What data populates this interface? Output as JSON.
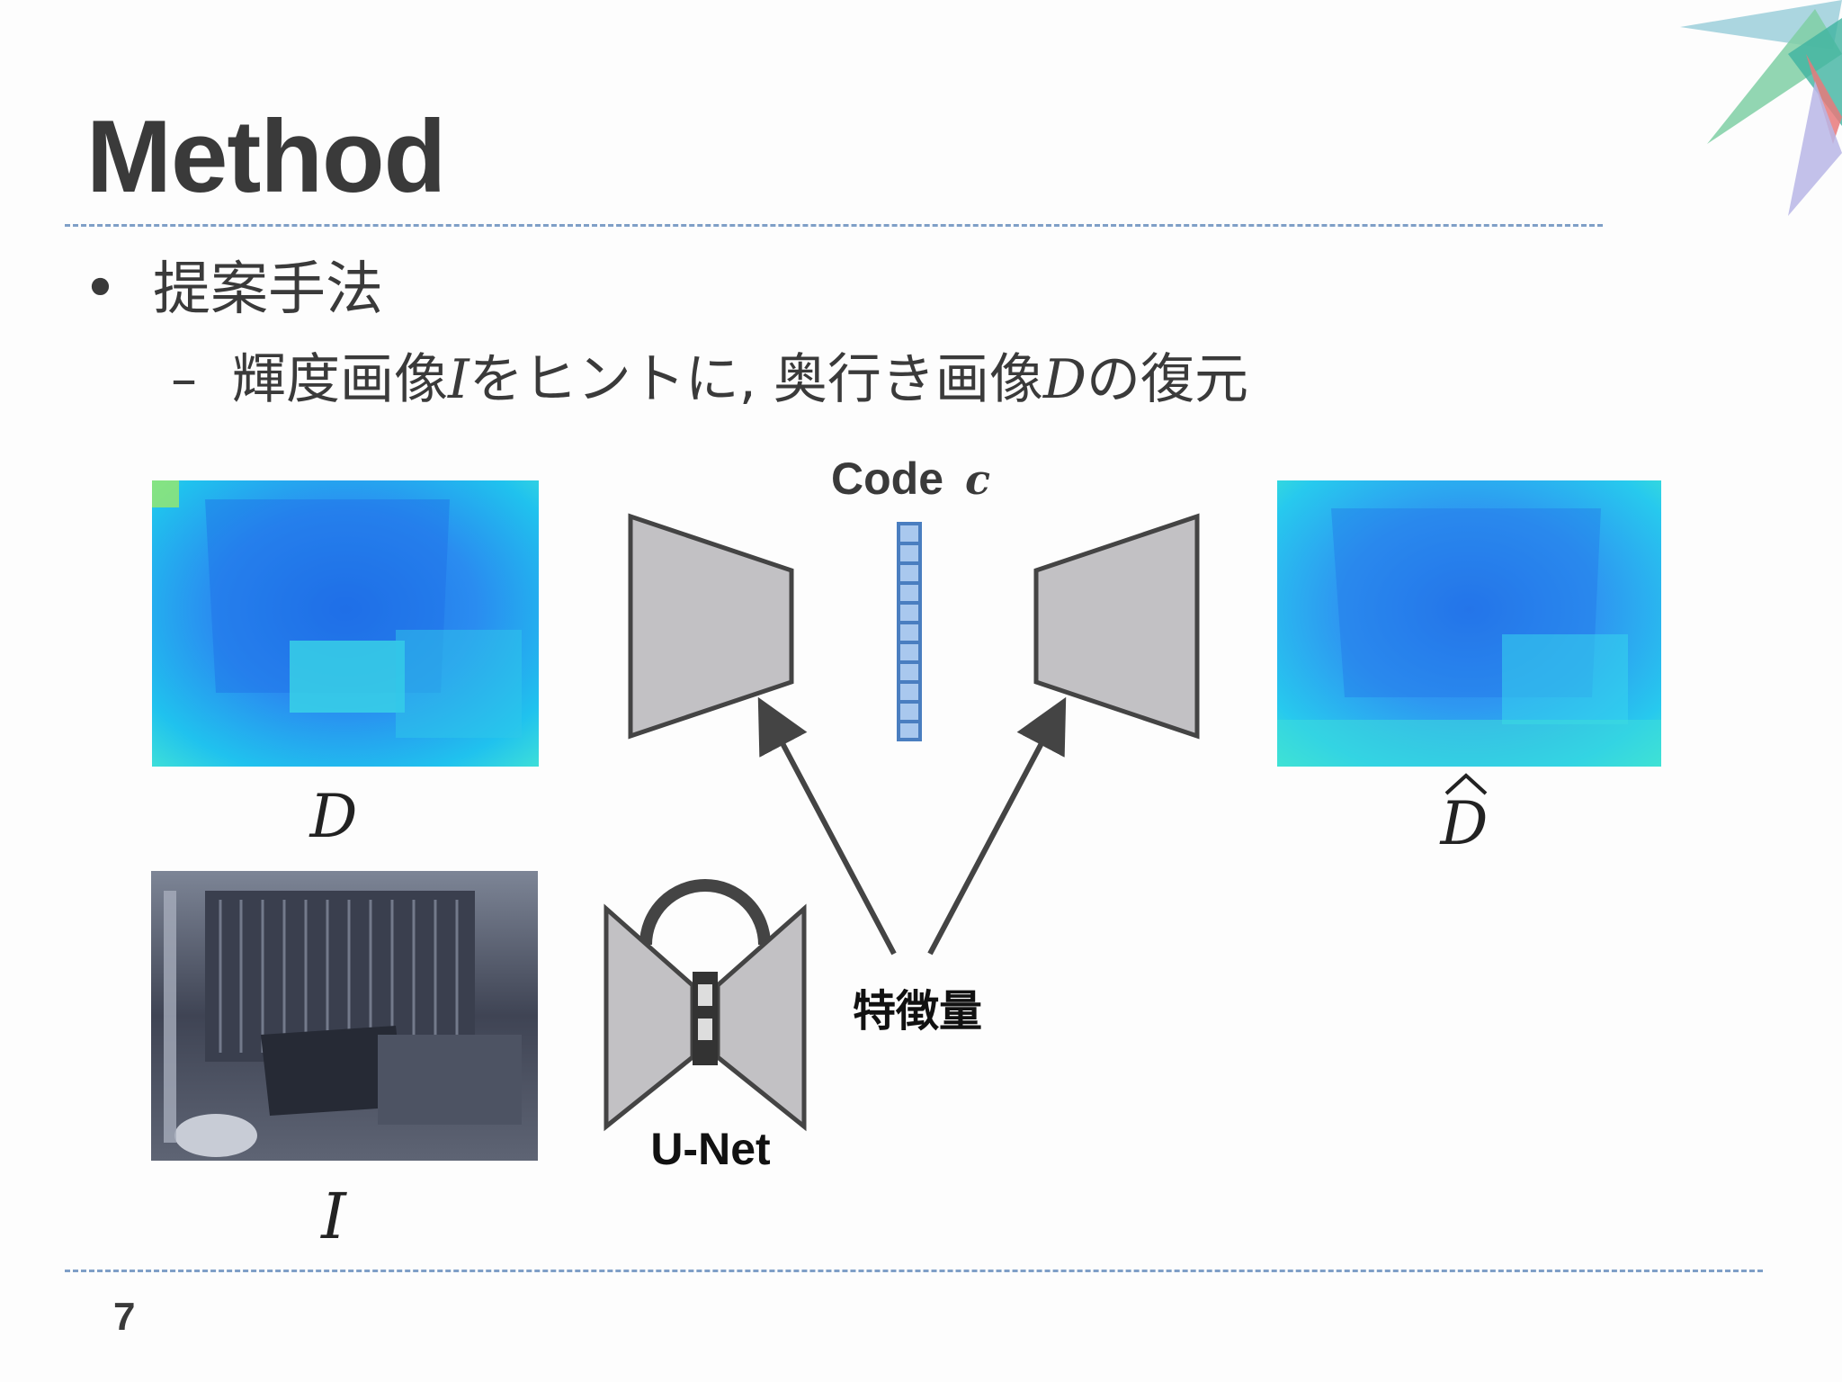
{
  "slide": {
    "title": "Method",
    "page_number": "7"
  },
  "bullets": {
    "symbol": "•",
    "main": "提案手法",
    "sub_dash": "–",
    "sub_before_I": "輝度画像",
    "sub_var_I": "I",
    "sub_middle": "をヒントに, 奥行き画像",
    "sub_var_D": "D",
    "sub_after_D": "の復元"
  },
  "diagram": {
    "code_label": "Code",
    "code_var": "c",
    "depth_label": "D",
    "recon_label": "D",
    "intensity_label": "I",
    "unet_label": "U-Net",
    "feature_label": "特徴量"
  },
  "colors": {
    "text": "#3a3a3a",
    "block_fill": "#c2c1c4",
    "block_stroke": "#444444",
    "code_fill": "#a9c8ee",
    "code_stroke": "#4a7ec0",
    "rule": "#7f9fc7"
  }
}
